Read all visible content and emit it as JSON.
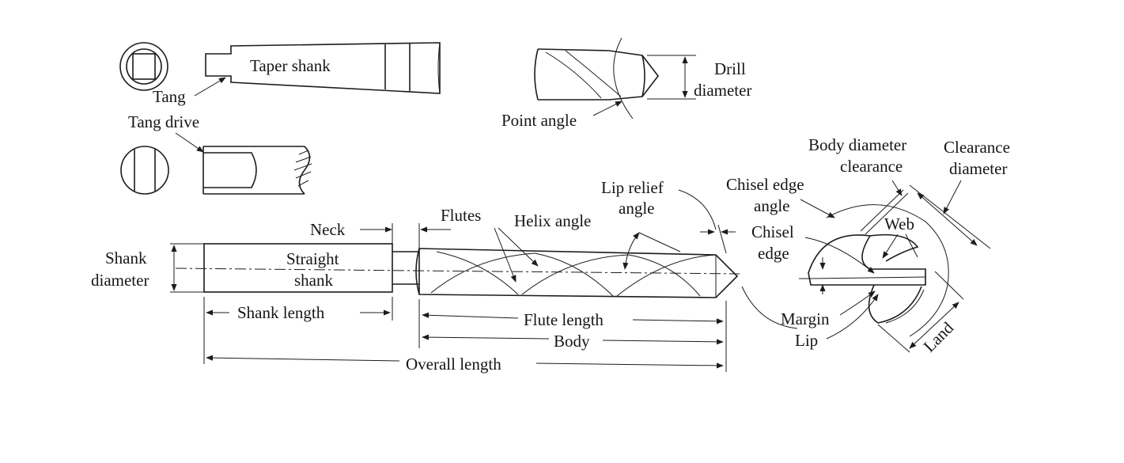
{
  "labels": {
    "taper_shank": "Taper shank",
    "tang": "Tang",
    "tang_drive": "Tang drive",
    "point_angle": "Point angle",
    "drill": "Drill",
    "diameter": "diameter",
    "body_diameter": "Body diameter",
    "clearance": "clearance",
    "clearance_diameter_1": "Clearance",
    "clearance_diameter_2": "diameter",
    "chisel_edge_angle_1": "Chisel edge",
    "chisel_edge_angle_2": "angle",
    "lip_relief_1": "Lip relief",
    "lip_relief_2": "angle",
    "flutes": "Flutes",
    "helix_angle": "Helix angle",
    "neck": "Neck",
    "web": "Web",
    "chisel_1": "Chisel",
    "chisel_2": "edge",
    "shank_1": "Shank",
    "shank_2": "diameter",
    "straight_1": "Straight",
    "straight_2": "shank",
    "shank_length": "Shank length",
    "flute_length": "Flute length",
    "body": "Body",
    "overall_length": "Overall length",
    "margin": "Margin",
    "lip": "Lip",
    "land": "Land"
  }
}
